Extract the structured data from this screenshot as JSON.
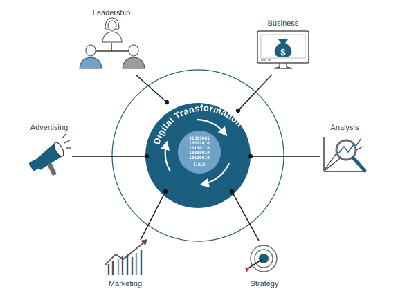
{
  "center": {
    "title": "Digital Transformation",
    "binary": [
      "01001001",
      "10011010",
      "10110110",
      "10010010",
      "10110010"
    ],
    "core_label": "Data"
  },
  "nodes": {
    "leadership": "Leadership",
    "business": "Business",
    "advertising": "Advertising",
    "analysis": "Analysis",
    "marketing": "Marketing",
    "strategy": "Strategy"
  },
  "colors": {
    "primary": "#1b5e7f",
    "ring": "#1f5a78",
    "icon_gray": "#8a8d8f",
    "icon_blue": "#5c8fb0",
    "line": "#111111"
  }
}
